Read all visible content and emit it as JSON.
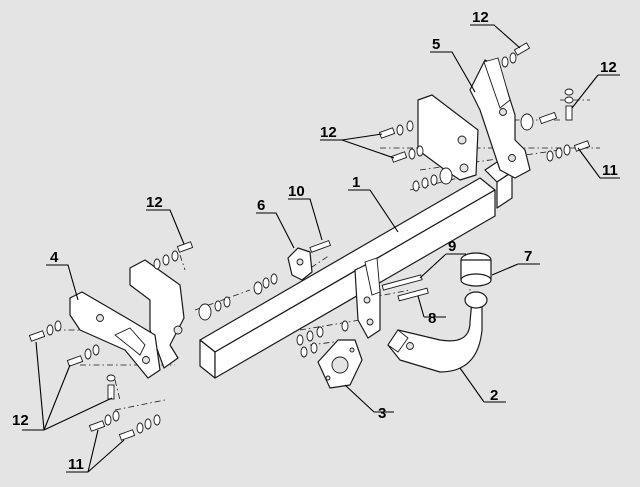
{
  "callouts": {
    "c1": "1",
    "c2": "2",
    "c3": "3",
    "c4": "4",
    "c5": "5",
    "c6": "6",
    "c7": "7",
    "c8": "8",
    "c9": "9",
    "c10": "10",
    "c11_left": "11",
    "c11_right": "11",
    "c12_top": "12",
    "c12_right": "12",
    "c12_mid": "12",
    "c12_upper_left": "12",
    "c12_left": "12"
  }
}
